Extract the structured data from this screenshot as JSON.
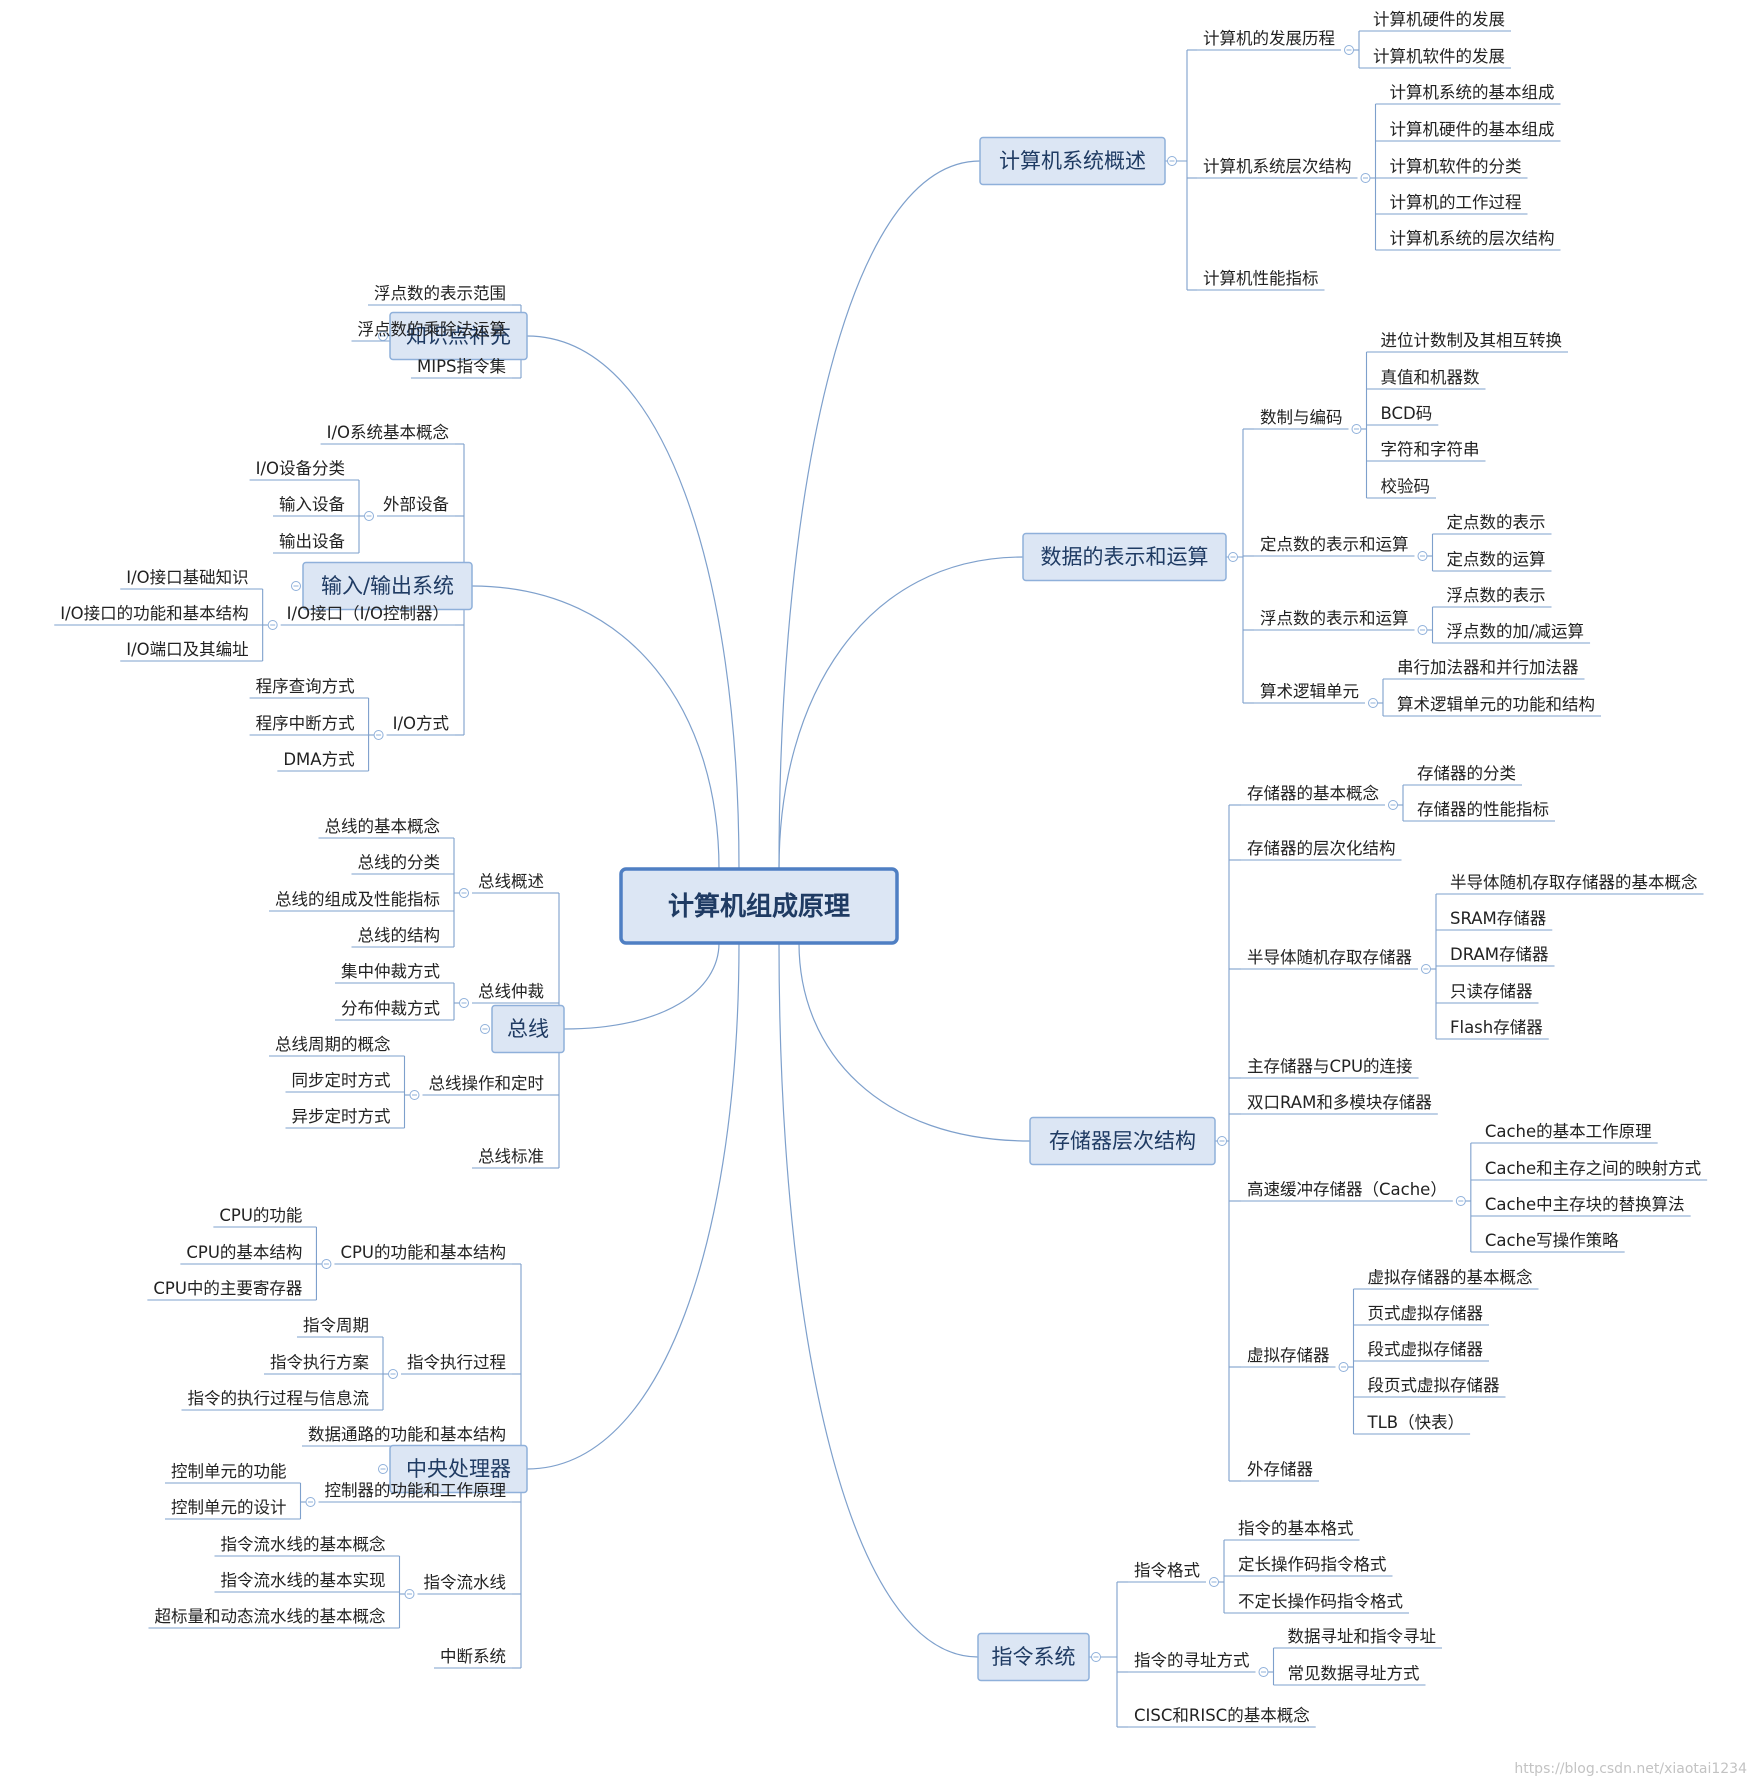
{
  "root": "计算机组成原理",
  "branches": {
    "b1": {
      "label": "计算机系统概述",
      "c": [
        {
          "label": "计算机的发展历程",
          "c": [
            "计算机硬件的发展",
            "计算机软件的发展"
          ]
        },
        {
          "label": "计算机系统层次结构",
          "c": [
            "计算机系统的基本组成",
            "计算机硬件的基本组成",
            "计算机软件的分类",
            "计算机的工作过程",
            "计算机系统的层次结构"
          ]
        },
        {
          "label": "计算机性能指标"
        }
      ]
    },
    "b2": {
      "label": "数据的表示和运算",
      "c": [
        {
          "label": "数制与编码",
          "c": [
            "进位计数制及其相互转换",
            "真值和机器数",
            "BCD码",
            "字符和字符串",
            "校验码"
          ]
        },
        {
          "label": "定点数的表示和运算",
          "c": [
            "定点数的表示",
            "定点数的运算"
          ]
        },
        {
          "label": "浮点数的表示和运算",
          "c": [
            "浮点数的表示",
            "浮点数的加/减运算"
          ]
        },
        {
          "label": "算术逻辑单元",
          "c": [
            "串行加法器和并行加法器",
            "算术逻辑单元的功能和结构"
          ]
        }
      ]
    },
    "b3": {
      "label": "存储器层次结构",
      "c": [
        {
          "label": "存储器的基本概念",
          "c": [
            "存储器的分类",
            "存储器的性能指标"
          ]
        },
        {
          "label": "存储器的层次化结构"
        },
        {
          "label": "半导体随机存取存储器",
          "c": [
            "半导体随机存取存储器的基本概念",
            "SRAM存储器",
            "DRAM存储器",
            "只读存储器",
            "Flash存储器"
          ]
        },
        {
          "label": "主存储器与CPU的连接"
        },
        {
          "label": "双口RAM和多模块存储器"
        },
        {
          "label": "高速缓冲存储器（Cache）",
          "c": [
            "Cache的基本工作原理",
            "Cache和主存之间的映射方式",
            "Cache中主存块的替换算法",
            "Cache写操作策略"
          ]
        },
        {
          "label": "虚拟存储器",
          "c": [
            "虚拟存储器的基本概念",
            "页式虚拟存储器",
            "段式虚拟存储器",
            "段页式虚拟存储器",
            "TLB（快表）"
          ]
        },
        {
          "label": "外存储器"
        }
      ]
    },
    "b4": {
      "label": "指令系统",
      "c": [
        {
          "label": "指令格式",
          "c": [
            "指令的基本格式",
            "定长操作码指令格式",
            "不定长操作码指令格式"
          ]
        },
        {
          "label": "指令的寻址方式",
          "c": [
            "数据寻址和指令寻址",
            "常见数据寻址方式"
          ]
        },
        {
          "label": "CISC和RISC的基本概念"
        }
      ]
    },
    "b5": {
      "label": "知识点补充",
      "c": [
        {
          "label": "浮点数的表示范围"
        },
        {
          "label": "浮点数的乘除法运算"
        },
        {
          "label": "MIPS指令集"
        }
      ]
    },
    "b6": {
      "label": "输入/输出系统",
      "c": [
        {
          "label": "I/O系统基本概念"
        },
        {
          "label": "外部设备",
          "c": [
            "I/O设备分类",
            "输入设备",
            "输出设备"
          ]
        },
        {
          "label": "I/O接口（I/O控制器）",
          "c": [
            "I/O接口基础知识",
            "I/O接口的功能和基本结构",
            "I/O端口及其编址"
          ]
        },
        {
          "label": "I/O方式",
          "c": [
            "程序查询方式",
            "程序中断方式",
            "DMA方式"
          ]
        }
      ]
    },
    "b7": {
      "label": "总线",
      "c": [
        {
          "label": "总线概述",
          "c": [
            "总线的基本概念",
            "总线的分类",
            "总线的组成及性能指标",
            "总线的结构"
          ]
        },
        {
          "label": "总线仲裁",
          "c": [
            "集中仲裁方式",
            "分布仲裁方式"
          ]
        },
        {
          "label": "总线操作和定时",
          "c": [
            "总线周期的概念",
            "同步定时方式",
            "异步定时方式"
          ]
        },
        {
          "label": "总线标准"
        }
      ]
    },
    "b8": {
      "label": "中央处理器",
      "c": [
        {
          "label": "CPU的功能和基本结构",
          "c": [
            "CPU的功能",
            "CPU的基本结构",
            "CPU中的主要寄存器"
          ]
        },
        {
          "label": "指令执行过程",
          "c": [
            "指令周期",
            "指令执行方案",
            "指令的执行过程与信息流"
          ]
        },
        {
          "label": "数据通路的功能和基本结构"
        },
        {
          "label": "控制器的功能和工作原理",
          "c": [
            "控制单元的功能",
            "控制单元的设计"
          ]
        },
        {
          "label": "指令流水线",
          "c": [
            "指令流水线的基本概念",
            "指令流水线的基本实现",
            "超标量和动态流水线的基本概念"
          ]
        },
        {
          "label": "中断系统"
        }
      ]
    }
  },
  "watermark": "https://blog.csdn.net/xiaotai1234"
}
